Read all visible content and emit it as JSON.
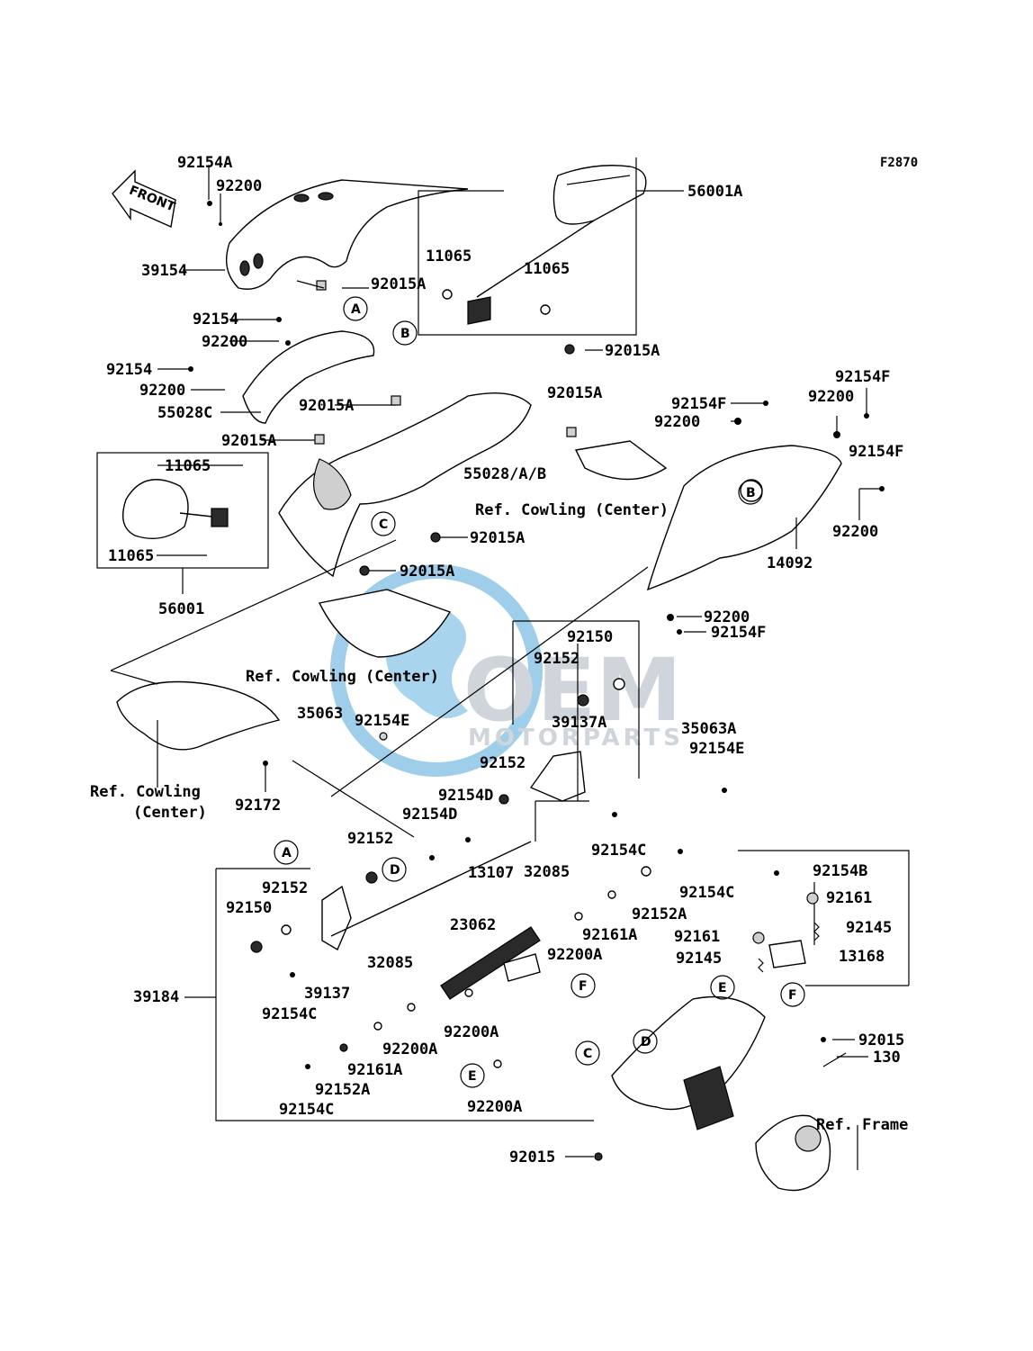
{
  "diagram": {
    "code": "F2870",
    "front_label": "FRONT",
    "watermark": {
      "brand": "OEM",
      "sub": "MOTORPARTS",
      "brand_color": "#c7ced4",
      "globe_color": "#8fc6e8"
    },
    "labels": {
      "l01": "92154A",
      "l02": "92200",
      "l03": "39154",
      "l04": "92015A",
      "l05": "56001A",
      "l06": "11065",
      "l07": "11065",
      "l08": "92154",
      "l09": "92200",
      "l10": "92015A",
      "l11": "92154",
      "l12": "92200",
      "l13": "55028C",
      "l14": "92015A",
      "l15": "92015A",
      "l16": "92015A",
      "l17": "55028/A/B",
      "l18": "11065",
      "l19": "11065",
      "l20": "56001",
      "l21": "92015A",
      "l22": "92015A",
      "l23": "92154F",
      "l24": "92200",
      "l25": "92154F",
      "l26": "92200",
      "l27": "92154F",
      "l28": "92200",
      "l29": "14092",
      "l30": "92200",
      "l31": "92154F",
      "l32": "92150",
      "l33": "92152",
      "l34": "39137A",
      "l35": "35063",
      "l36": "92154E",
      "l37": "35063A",
      "l38": "92154E",
      "l39": "92152",
      "l40": "92154D",
      "l41": "92154D",
      "l42": "92172",
      "l43": "92152",
      "l44": "92154C",
      "l45": "32085",
      "l46": "13107",
      "l47": "92152",
      "l48": "92150",
      "l49": "92154C",
      "l50": "92152A",
      "l51": "92161A",
      "l52": "23062",
      "l53": "92200A",
      "l54": "32085",
      "l55": "39137",
      "l56": "92154C",
      "l57": "39184",
      "l58": "92200A",
      "l59": "92200A",
      "l60": "92161A",
      "l61": "92152A",
      "l62": "92154C",
      "l63": "92200A",
      "l64": "92154B",
      "l65": "92161",
      "l66": "92145",
      "l67": "92161",
      "l68": "92145",
      "l69": "13168",
      "l70": "92015",
      "l71": "130",
      "l72": "92015"
    },
    "refs": {
      "r1": "Ref. Cowling (Center)",
      "r2": "Ref. Cowling (Center)",
      "r3a": "Ref. Cowling",
      "r3b": "(Center)",
      "r4": "Ref. Frame"
    },
    "callouts": {
      "A": "A",
      "B": "B",
      "C": "C",
      "D": "D",
      "E": "E",
      "F": "F"
    }
  }
}
